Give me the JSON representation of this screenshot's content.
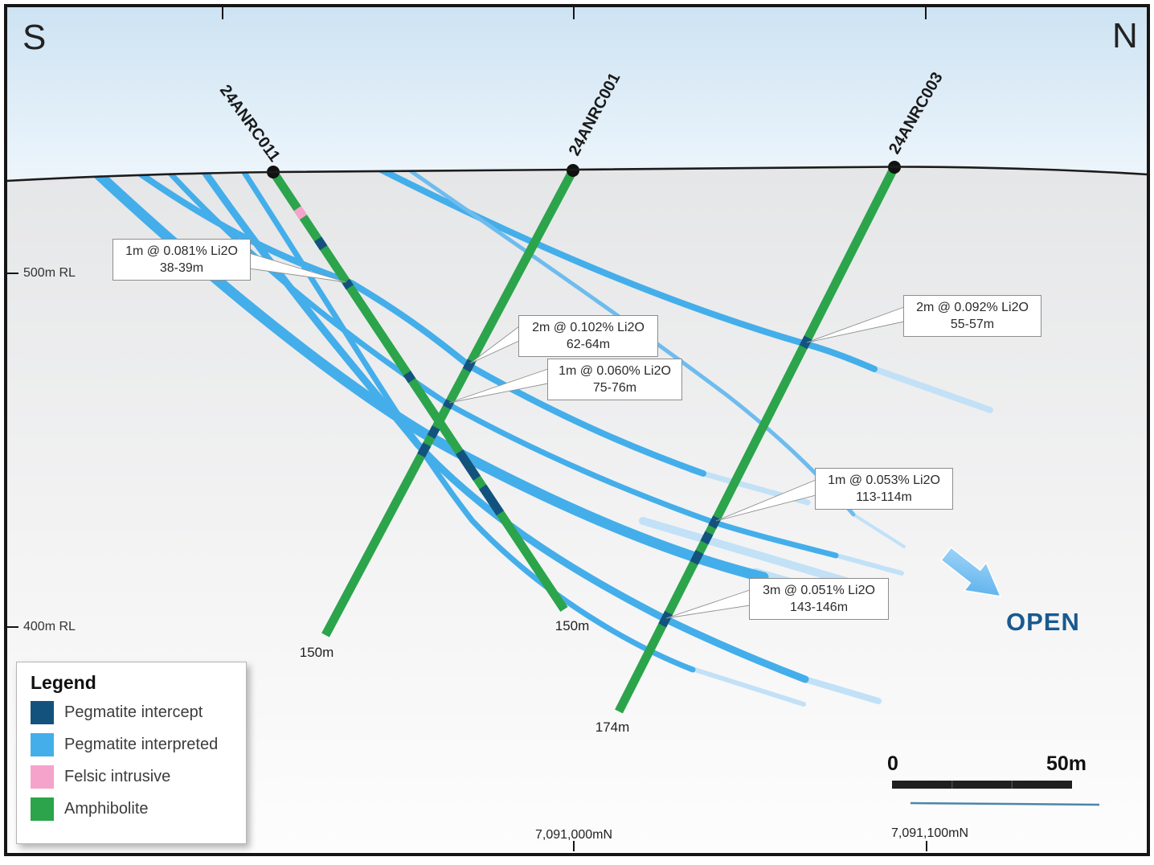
{
  "section": {
    "south_label": "S",
    "north_label": "N",
    "open_label": "OPEN"
  },
  "drillholes": [
    {
      "name": "24ANRC011",
      "eoh_label": "150m"
    },
    {
      "name": "24ANRC001",
      "eoh_label": "150m"
    },
    {
      "name": "24ANRC003",
      "eoh_label": "174m"
    }
  ],
  "annotations": [
    {
      "line1": "1m @ 0.081% Li2O",
      "line2": "38-39m"
    },
    {
      "line1": "2m @ 0.102% Li2O",
      "line2": "62-64m"
    },
    {
      "line1": "1m @ 0.060% Li2O",
      "line2": "75-76m"
    },
    {
      "line1": "2m @ 0.092% Li2O",
      "line2": "55-57m"
    },
    {
      "line1": "1m @ 0.053% Li2O",
      "line2": "113-114m"
    },
    {
      "line1": "3m @ 0.051% Li2O",
      "line2": "143-146m"
    }
  ],
  "legend": {
    "title": "Legend",
    "items": [
      {
        "label": "Pegmatite intercept",
        "color": "#14527e"
      },
      {
        "label": "Pegmatite interpreted",
        "color": "#44aeea"
      },
      {
        "label": "Felsic intrusive",
        "color": "#f6a3cb"
      },
      {
        "label": "Amphibolite",
        "color": "#2ca44b"
      }
    ]
  },
  "axes": {
    "rl_labels": [
      "500m RL",
      "400m RL"
    ],
    "northing_labels": [
      "7,091,000mN",
      "7,091,100mN"
    ]
  },
  "scalebar": {
    "min_label": "0",
    "max_label": "50m"
  },
  "colors": {
    "pegmatite_intercept": "#14527e",
    "pegmatite_interpreted": "#44aeea",
    "felsic_intrusive": "#f6a3cb",
    "amphibolite": "#2ca44b",
    "open_text": "#19598f",
    "scale_underline": "#4b86a8"
  }
}
